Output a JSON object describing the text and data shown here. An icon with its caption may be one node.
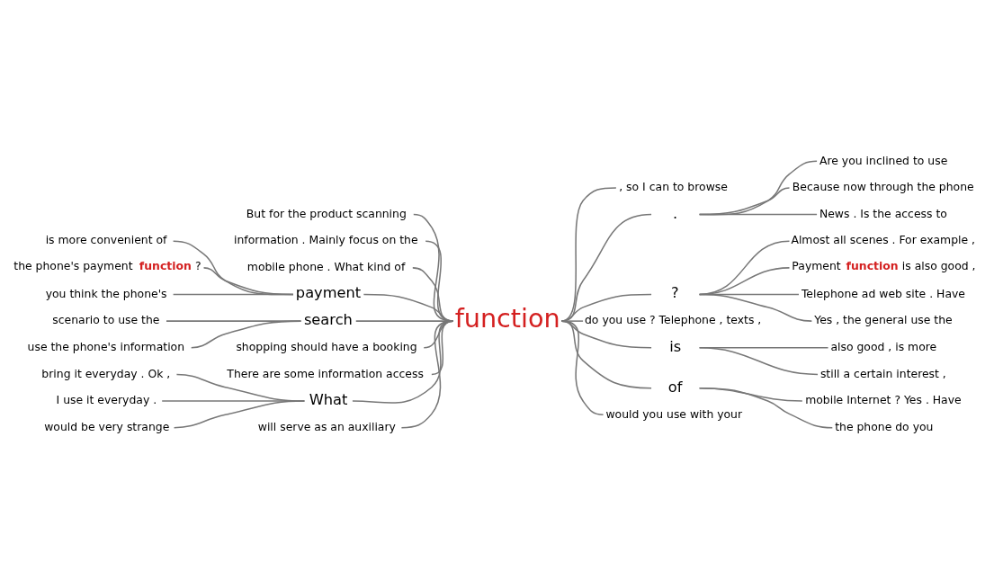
{
  "diagram": {
    "nodes": [
      {
        "text": [
          "function"
        ]
      },
      {
        "text": [
          "But for the product scanning"
        ]
      },
      {
        "text": [
          "information . Mainly focus on the"
        ]
      },
      {
        "text": [
          "mobile phone . What kind of"
        ]
      },
      {
        "text": [
          "is more convenient of"
        ]
      },
      {
        "text": [
          "the phone's payment **function** ?"
        ]
      },
      {
        "text": [
          "you think the phone's"
        ]
      },
      {
        "text": [
          "payment"
        ]
      },
      {
        "text": [
          "scenario to use the"
        ]
      },
      {
        "text": [
          "use the phone's information"
        ]
      },
      {
        "text": [
          "search"
        ]
      },
      {
        "text": [
          "shopping should have a booking"
        ]
      },
      {
        "text": [
          "There are some information access"
        ]
      },
      {
        "text": [
          "bring it everyday . Ok ,"
        ]
      },
      {
        "text": [
          "I use it everyday ."
        ]
      },
      {
        "text": [
          "would be very strange"
        ]
      },
      {
        "text": [
          "What"
        ]
      },
      {
        "text": [
          "will serve as an auxiliary"
        ]
      },
      {
        "text": [
          ", so I can to browse"
        ]
      },
      {
        "text": [
          "."
        ]
      },
      {
        "text": [
          "Are you inclined to use"
        ]
      },
      {
        "text": [
          "Because now through the phone"
        ]
      },
      {
        "text": [
          "News . Is the access to"
        ]
      },
      {
        "text": [
          "?"
        ]
      },
      {
        "text": [
          "Almost all scenes . For example ,"
        ]
      },
      {
        "text": [
          "Payment **function** is also good ,"
        ]
      },
      {
        "text": [
          "Telephone ad web site . Have"
        ]
      },
      {
        "text": [
          "Yes , the general use the"
        ]
      },
      {
        "text": [
          "do you use ? Telephone , texts ,"
        ]
      },
      {
        "text": [
          "is"
        ]
      },
      {
        "text": [
          "also good , is more"
        ]
      },
      {
        "text": [
          "still a certain interest ,"
        ]
      },
      {
        "text": [
          "of"
        ]
      },
      {
        "text": [
          "mobile Internet ? Yes . Have"
        ]
      },
      {
        "text": [
          "the phone do you"
        ]
      },
      {
        "text": [
          "would you use with your"
        ]
      }
    ],
    "edges": [
      {
        "from": 1,
        "to": 0,
        "arrow": "none"
      },
      {
        "from": 2,
        "to": 0,
        "arrow": "none"
      },
      {
        "from": 3,
        "to": 0,
        "arrow": "none"
      },
      {
        "from": 4,
        "to": 7,
        "arrow": "none"
      },
      {
        "from": 5,
        "to": 7,
        "arrow": "none"
      },
      {
        "from": 6,
        "to": 7,
        "arrow": "none"
      },
      {
        "from": 7,
        "to": 0,
        "arrow": "none"
      },
      {
        "from": 8,
        "to": 10,
        "arrow": "none"
      },
      {
        "from": 9,
        "to": 10,
        "arrow": "none"
      },
      {
        "from": 10,
        "to": 0,
        "arrow": "none"
      },
      {
        "from": 11,
        "to": 0,
        "arrow": "none"
      },
      {
        "from": 12,
        "to": 0,
        "arrow": "none"
      },
      {
        "from": 13,
        "to": 16,
        "arrow": "none"
      },
      {
        "from": 14,
        "to": 16,
        "arrow": "none"
      },
      {
        "from": 15,
        "to": 16,
        "arrow": "none"
      },
      {
        "from": 16,
        "to": 0,
        "arrow": "none"
      },
      {
        "from": 17,
        "to": 0,
        "arrow": "none"
      },
      {
        "from": 0,
        "to": 18,
        "arrow": "none"
      },
      {
        "from": 0,
        "to": 19,
        "arrow": "none"
      },
      {
        "from": 19,
        "to": 20,
        "arrow": "none"
      },
      {
        "from": 19,
        "to": 21,
        "arrow": "none"
      },
      {
        "from": 19,
        "to": 22,
        "arrow": "none"
      },
      {
        "from": 0,
        "to": 23,
        "arrow": "none"
      },
      {
        "from": 23,
        "to": 24,
        "arrow": "none"
      },
      {
        "from": 23,
        "to": 25,
        "arrow": "none"
      },
      {
        "from": 23,
        "to": 26,
        "arrow": "none"
      },
      {
        "from": 23,
        "to": 27,
        "arrow": "none"
      },
      {
        "from": 0,
        "to": 28,
        "arrow": "none"
      },
      {
        "from": 0,
        "to": 29,
        "arrow": "none"
      },
      {
        "from": 29,
        "to": 30,
        "arrow": "none"
      },
      {
        "from": 29,
        "to": 31,
        "arrow": "none"
      },
      {
        "from": 0,
        "to": 32,
        "arrow": "none"
      },
      {
        "from": 32,
        "to": 33,
        "arrow": "none"
      },
      {
        "from": 32,
        "to": 34,
        "arrow": "none"
      },
      {
        "from": 0,
        "to": 35,
        "arrow": "none"
      }
    ]
  }
}
